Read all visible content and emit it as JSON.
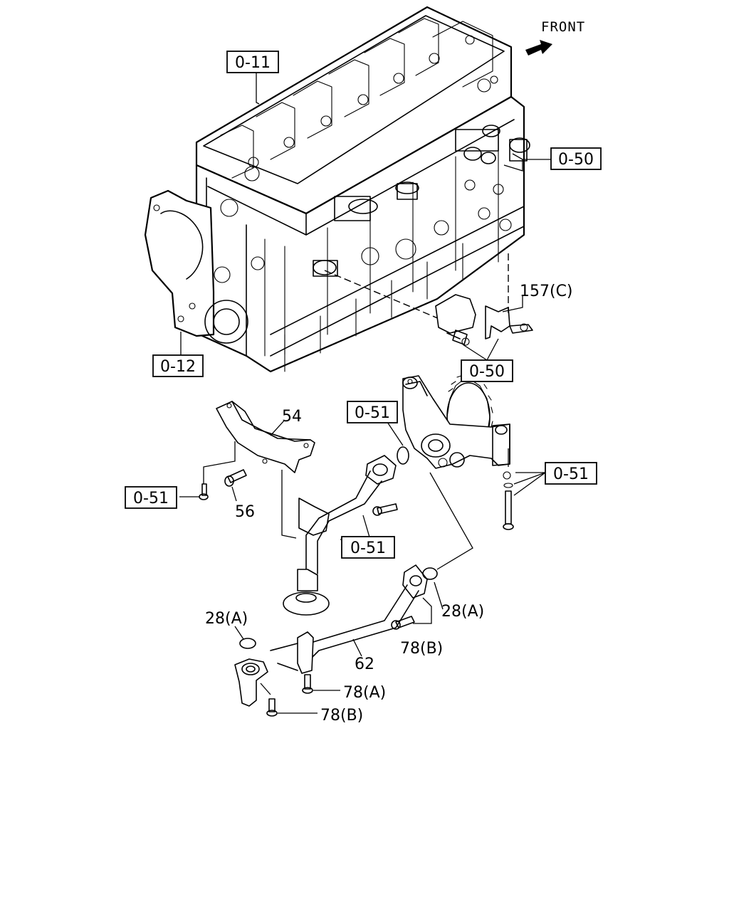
{
  "front_label": "FRONT",
  "refs": {
    "r0_11": "0-11",
    "r0_12": "0-12",
    "r0_50_top": "0-50",
    "r0_50_mid": "0-50",
    "r0_51_top": "0-51",
    "r0_51_right": "0-51",
    "r0_51_left": "0-51",
    "r0_51_mid": "0-51"
  },
  "parts": {
    "p157c": "157(C)",
    "p54": "54",
    "p56": "56",
    "p62": "62",
    "p28a_right": "28(A)",
    "p28a_left": "28(A)",
    "p78b_right": "78(B)",
    "p78a": "78(A)",
    "p78b_bottom": "78(B)"
  }
}
